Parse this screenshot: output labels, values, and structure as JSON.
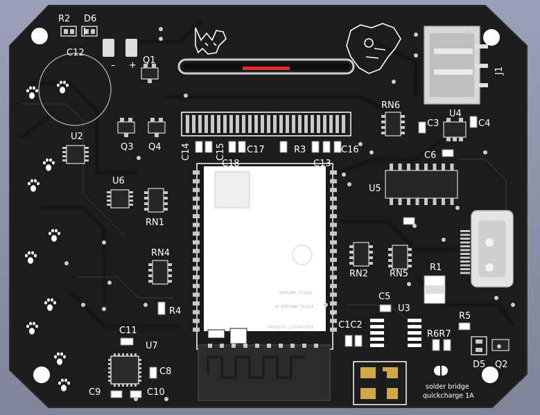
{
  "board": {
    "refs": {
      "R2": "R2",
      "D6": "D6",
      "C12": "C12",
      "Q1": "Q1",
      "U2": "U2",
      "Q3": "Q3",
      "Q4": "Q4",
      "C14": "C14",
      "C15": "C15",
      "C17": "C17",
      "C18": "C18",
      "R3": "R3",
      "C16": "C16",
      "C13": "C13",
      "RN6": "RN6",
      "C3": "C3",
      "U4": "U4",
      "C4": "C4",
      "C6": "C6",
      "J1": "J1",
      "U6": "U6",
      "RN1": "RN1",
      "RN4": "RN4",
      "R4": "R4",
      "U5": "U5",
      "RN2": "RN2",
      "RN5": "RN5",
      "R1": "R1",
      "C5": "C5",
      "U3": "U3",
      "C1C2": "C1C2",
      "R5": "R5",
      "R6R7": "R6R7",
      "D5": "D5",
      "Q2": "Q2",
      "C11": "C11",
      "U7": "U7",
      "C8": "C8",
      "C9": "C9",
      "C10": "C10"
    },
    "polarity": {
      "minus": "–",
      "plus": "+"
    },
    "notes": {
      "line1": "solder bridge",
      "line2": "quickcharge 1A"
    },
    "module_text": [
      "ESP32-WROVER",
      "ESP32-WROVER-B",
      "Espressif Systems"
    ],
    "colors": {
      "board": "#1c1c1c",
      "silk": "#ffffff",
      "pad": "#c9c9c9",
      "accent": "#e8262b"
    }
  }
}
